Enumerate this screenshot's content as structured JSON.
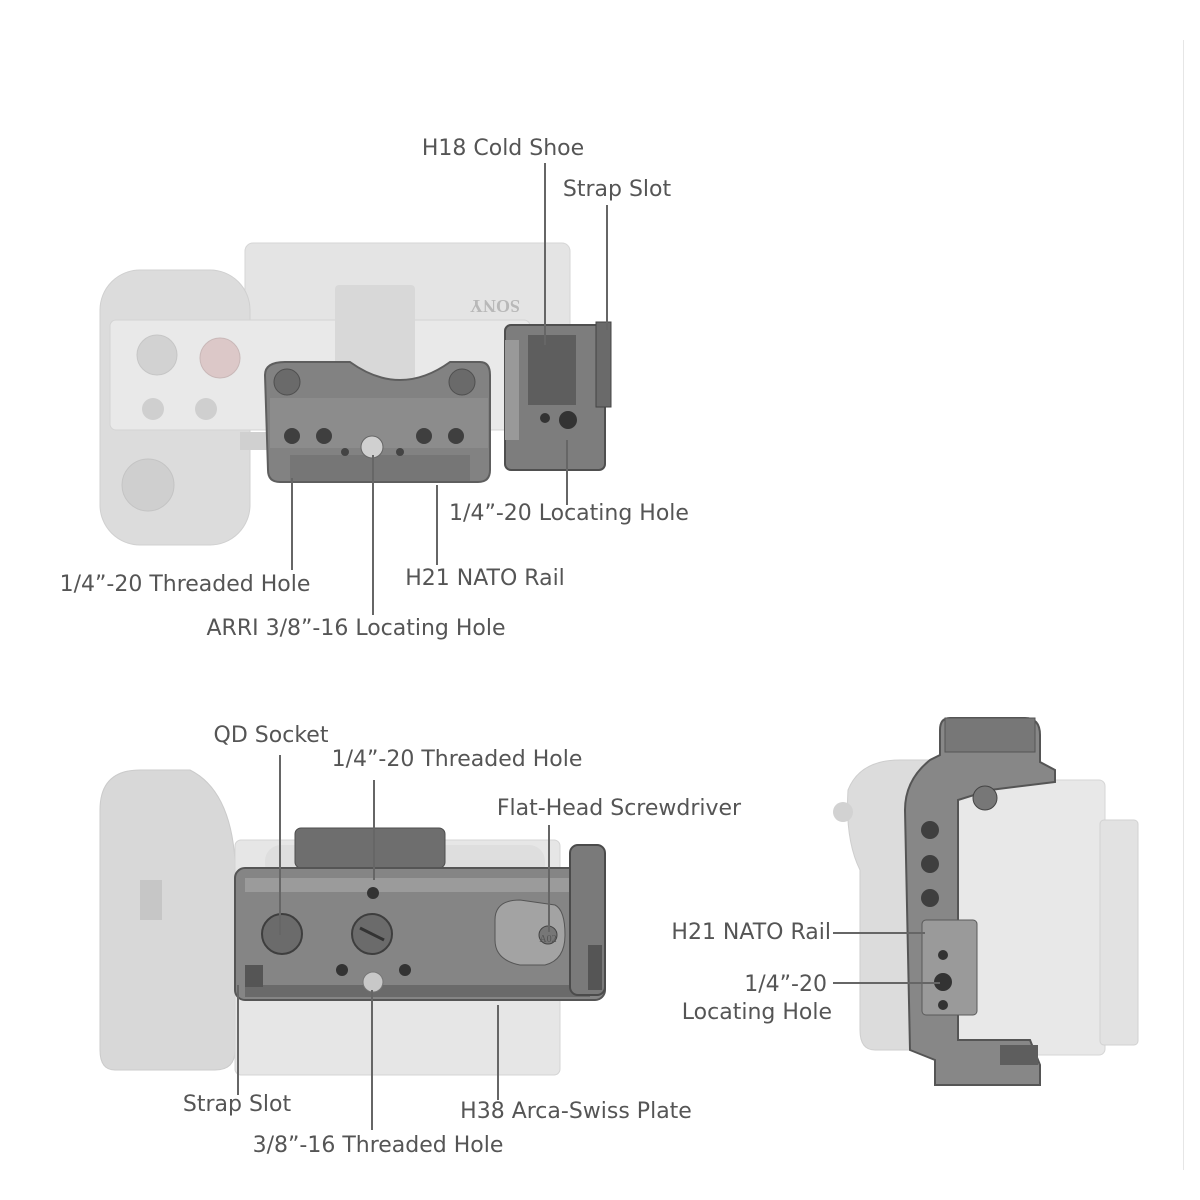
{
  "colors": {
    "label_text": "#555555",
    "leader_line": "#666666",
    "camera_ghost": "#dedede",
    "cage_metal": "#7e7e7e",
    "cage_dark": "#4f4f4f"
  },
  "top_view": {
    "camera_brand": "SONY",
    "labels": {
      "cold_shoe": "H18 Cold Shoe",
      "strap_slot": "Strap Slot",
      "locating_hole": "1/4”-20 Locating Hole",
      "threaded_hole": "1/4”-20 Threaded Hole",
      "nato_rail": "H21 NATO Rail",
      "arri_hole": "ARRI 3/8”-16 Locating Hole"
    }
  },
  "bottom_view": {
    "labels": {
      "qd_socket": "QD Socket",
      "threaded_hole": "1/4”-20 Threaded Hole",
      "screwdriver": "Flat-Head Screwdriver",
      "strap_slot": "Strap Slot",
      "arca_plate": "H38 Arca-Swiss Plate",
      "threaded_hole_38": "3/8”-16 Threaded Hole"
    }
  },
  "side_view": {
    "labels": {
      "nato_rail": "H21 NATO Rail",
      "locating_hole_line1": "1/4”-20",
      "locating_hole_line2": "Locating Hole"
    }
  }
}
